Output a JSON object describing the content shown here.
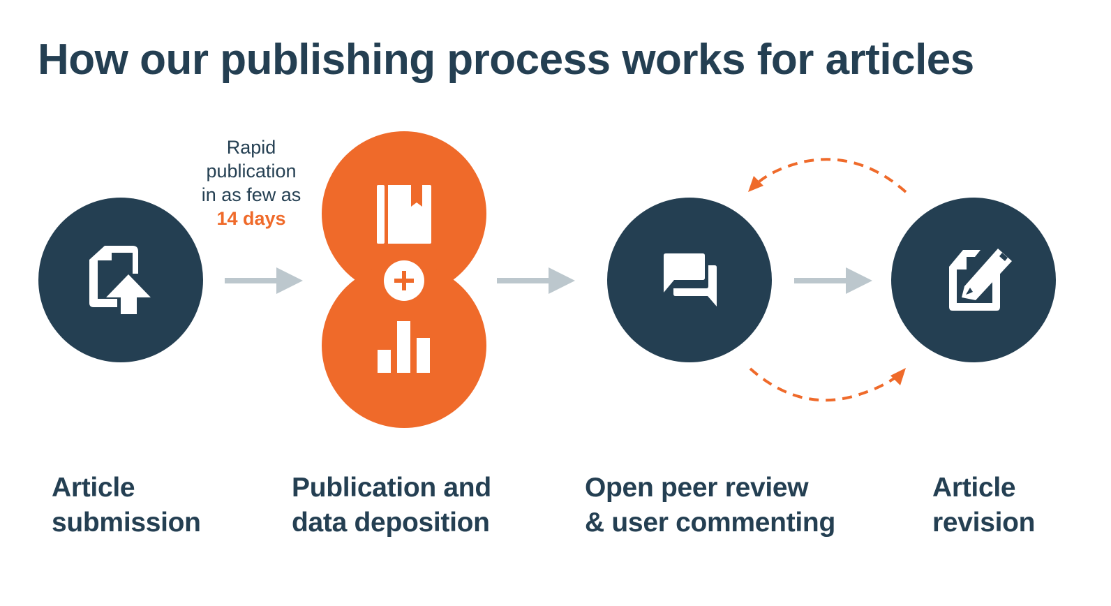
{
  "title": "How our publishing process works for articles",
  "colors": {
    "navy": "#243f52",
    "orange": "#ef6a2a",
    "arrow_gray": "#bcc7cd",
    "background": "#ffffff"
  },
  "rapid_note": {
    "line1": "Rapid",
    "line2": "publication",
    "line3": "in as few as",
    "highlight": "14 days"
  },
  "steps": [
    {
      "icon": "document-upload-icon",
      "line1": "Article",
      "line2": "submission"
    },
    {
      "icons": [
        "notebook-bookmark-icon",
        "plus-icon",
        "bar-chart-icon"
      ],
      "line1": "Publication and",
      "line2": "data deposition"
    },
    {
      "icon": "chat-bubbles-icon",
      "line1": "Open peer review",
      "line2": "& user commenting"
    },
    {
      "icon": "edit-document-icon",
      "line1": "Article",
      "line2": "revision"
    }
  ],
  "connectors": [
    {
      "from": "Article submission",
      "to": "Publication and data deposition",
      "style": "solid-gray-arrow"
    },
    {
      "from": "Publication and data deposition",
      "to": "Open peer review & user commenting",
      "style": "solid-gray-arrow"
    },
    {
      "from": "Open peer review & user commenting",
      "to": "Article revision",
      "style": "solid-gray-arrow"
    },
    {
      "from": "Article revision",
      "to": "Open peer review & user commenting",
      "style": "dashed-orange-curve"
    },
    {
      "from": "Open peer review & user commenting",
      "to": "Article revision",
      "style": "dashed-orange-curve"
    }
  ]
}
